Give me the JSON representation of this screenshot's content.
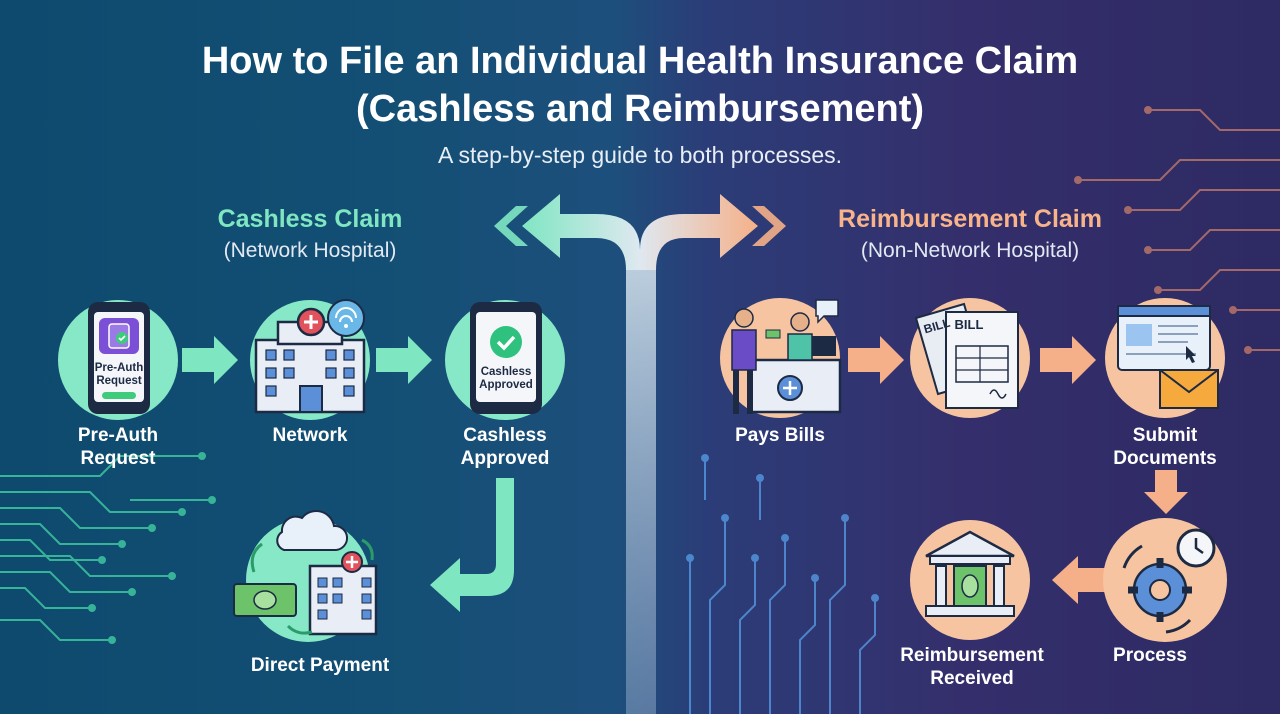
{
  "header": {
    "title_line1": "How to File an Individual Health Insurance Claim",
    "title_line2": "(Cashless and Reimbursement)",
    "subtitle": "A step-by-step guide to both processes."
  },
  "cashless": {
    "title": "Cashless Claim",
    "subtitle": "(Network Hospital)",
    "steps": [
      {
        "label_line1": "Pre-Auth",
        "label_line2": "Request",
        "inner_line1": "Pre-Auth",
        "inner_line2": "Request"
      },
      {
        "label_line1": "Network"
      },
      {
        "label_line1": "Cashless",
        "label_line2": "Approved",
        "inner_line1": "Cashless",
        "inner_line2": "Approved"
      },
      {
        "label_line1": "Direct Payment"
      }
    ]
  },
  "reimbursement": {
    "title": "Reimbursement Claim",
    "subtitle": "(Non-Network Hospital)",
    "steps": [
      {
        "label_line1": "Pays Bills"
      },
      {
        "label_line1": "",
        "bill_text_1": "BILL",
        "bill_text_2": "BILL"
      },
      {
        "label_line1": "Submit",
        "label_line2": "Documents"
      },
      {
        "label_line1": "Process"
      },
      {
        "label_line1": "Reimbursement",
        "label_line2": "Received"
      }
    ]
  },
  "colors": {
    "cashless_accent": "#7fe6c2",
    "reimbursement_accent": "#f8b38a",
    "left_bg": "#0e4a6e",
    "right_bg": "#2e2a63"
  }
}
